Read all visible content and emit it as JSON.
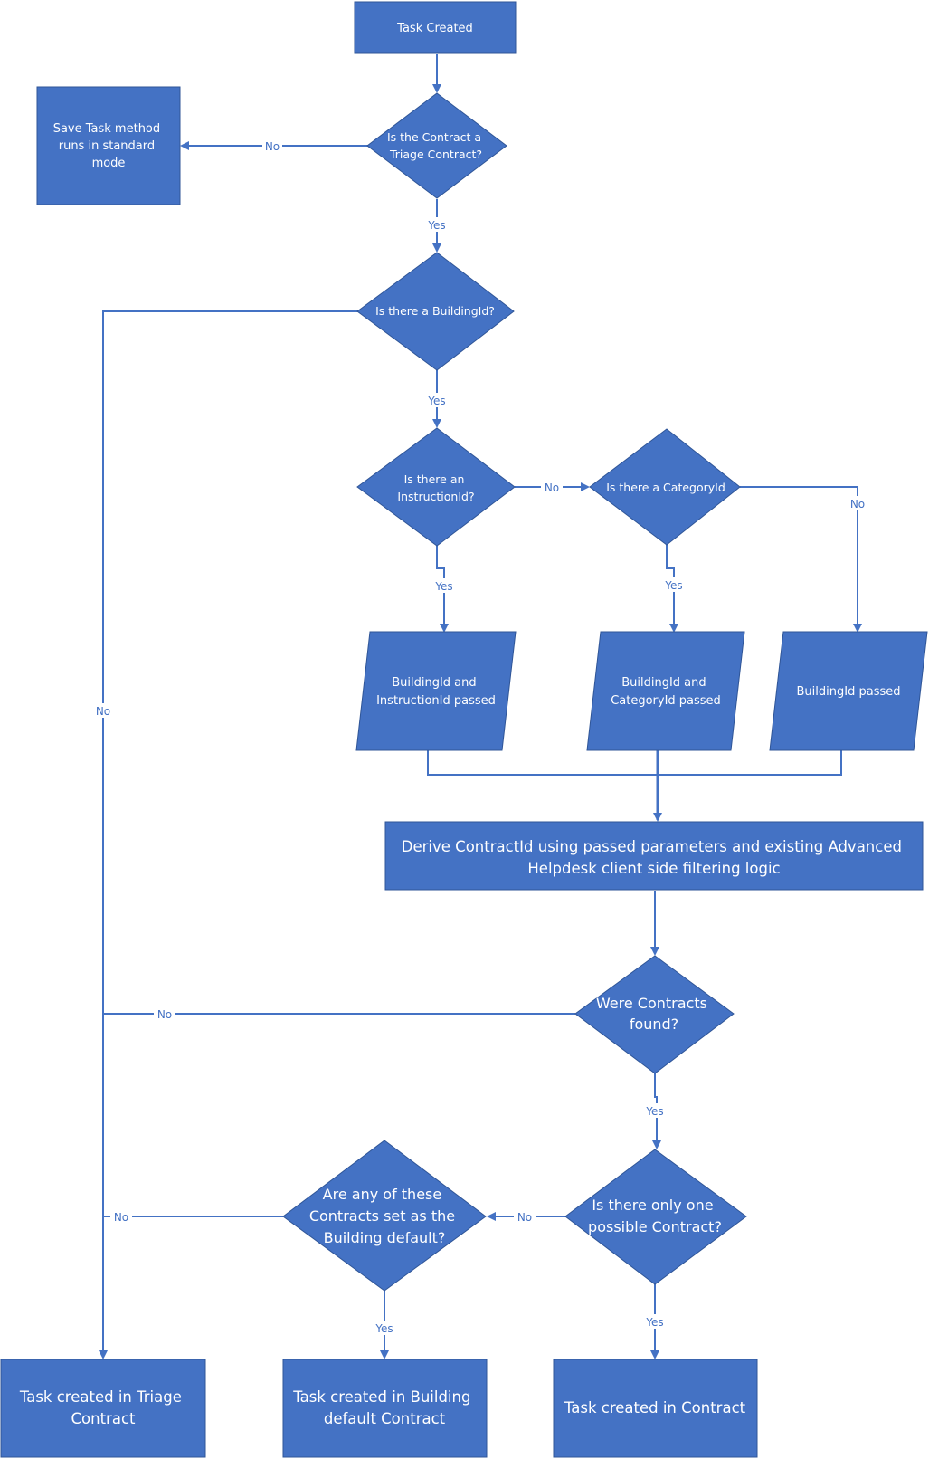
{
  "nodes": {
    "task_created": "Task Created",
    "is_triage": [
      "Is the Contract a",
      "Triage Contract?"
    ],
    "save_standard": [
      "Save Task method",
      "runs in standard",
      "mode"
    ],
    "is_building": "Is there a BuildingId?",
    "is_instruction": [
      "Is there an",
      "InstructionId?"
    ],
    "is_category": "Is there a CategoryId",
    "bldg_instr": [
      "BuildingId and",
      "InstructionId passed"
    ],
    "bldg_cat": [
      "BuildingId and",
      "CategoryId passed"
    ],
    "bldg_only": "BuildingId passed",
    "derive": [
      "Derive ContractId using passed parameters and existing Advanced",
      "Helpdesk client side filtering logic"
    ],
    "contracts_found": [
      "Were Contracts",
      "found?"
    ],
    "only_one": [
      "Is there only one",
      "possible Contract?"
    ],
    "any_default": [
      "Are any of these",
      "Contracts set as the",
      "Building default?"
    ],
    "task_triage": [
      "Task created in Triage",
      "Contract"
    ],
    "task_default": [
      "Task created in Building",
      "default Contract"
    ],
    "task_contract": "Task created in Contract"
  },
  "labels": {
    "no_triage": "No",
    "yes_triage": "Yes",
    "yes_building": "Yes",
    "no_building": "No",
    "no_instruction": "No",
    "yes_instruction": "Yes",
    "yes_category": "Yes",
    "no_category": "No",
    "no_found": "No",
    "yes_found": "Yes",
    "no_only": "No",
    "yes_only": "Yes",
    "no_default": "No",
    "yes_default": "Yes"
  },
  "colors": {
    "shape_fill": "#4472C4",
    "shape_stroke": "#2F5597",
    "connector": "#4472C4",
    "text": "#FFFFFF"
  }
}
